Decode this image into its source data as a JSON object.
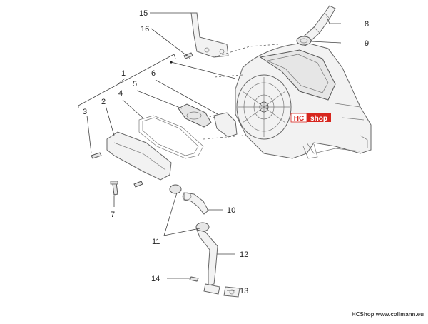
{
  "callouts": {
    "c1": "1",
    "c2": "2",
    "c3": "3",
    "c4": "4",
    "c5": "5",
    "c6": "6",
    "c7": "7",
    "c8": "8",
    "c9": "9",
    "c10": "10",
    "c11": "11",
    "c12": "12",
    "c13": "13",
    "c14": "14",
    "c15": "15",
    "c16": "16"
  },
  "watermark": {
    "left": "HC",
    "right": "shop"
  },
  "footer": {
    "brand": "HCShop",
    "url": "www.collmann.eu"
  },
  "colors": {
    "watermark_red": "#d7261e",
    "line": "#555555"
  }
}
